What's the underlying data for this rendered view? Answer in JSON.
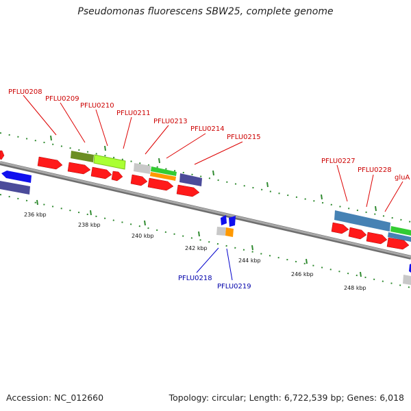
{
  "title": "Pseudomonas fluorescens SBW25, complete genome",
  "footer": {
    "accession": "Accession: NC_012660",
    "topology": "Topology: circular; Length: 6,722,539 bp; Genes: 6,018"
  },
  "colors": {
    "backbone": "#8a8a8a",
    "tick": "#2f8a2f",
    "label_red": "#cc0000",
    "label_blue": "#0000aa",
    "gene_red": "#ff1a1a",
    "gene_blue": "#1010ee",
    "gene_navy": "#4b4b9a",
    "gene_olive": "#6b8e23",
    "gene_lime": "#aaff33",
    "gene_grey": "#c8c8c8",
    "gene_green": "#33cc33",
    "gene_orange": "#ff9900",
    "gene_steel": "#4682b4"
  },
  "kbp_labels": [
    "236 kbp",
    "238 kbp",
    "240 kbp",
    "242 kbp",
    "244 kbp",
    "246 kbp",
    "248 kbp"
  ],
  "gene_labels_top": [
    "PFLU0208",
    "PFLU0209",
    "PFLU0210",
    "PFLU0211",
    "PFLU0213",
    "PFLU0214",
    "PFLU0215",
    "PFLU0227",
    "PFLU0228",
    "gluA"
  ],
  "gene_labels_bottom": [
    "PFLU0218",
    "PFLU0219"
  ]
}
